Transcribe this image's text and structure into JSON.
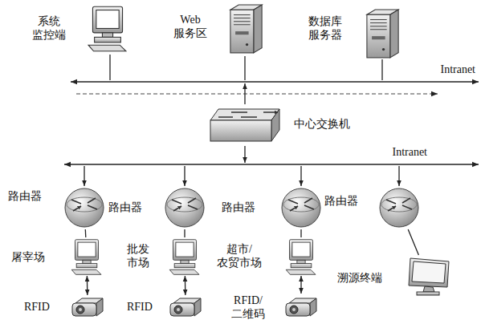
{
  "diagram": {
    "nodes": [
      {
        "text": [
          "系统 监控端"
        ]
      },
      {
        "text": [
          "Web 服务区"
        ]
      },
      {
        "text": [
          "数据库 服务器"
        ]
      },
      {
        "text": [
          "Intranet"
        ]
      },
      {
        "text": [
          "中心交换机"
        ]
      },
      {
        "text": [
          "Intranet"
        ]
      },
      {
        "text": [
          "路由器"
        ]
      },
      {
        "text": [
          "路由器"
        ]
      },
      {
        "text": [
          "路由器"
        ]
      },
      {
        "text": [
          "路由器"
        ]
      },
      {
        "text": [
          "屠宰场"
        ]
      },
      {
        "text": [
          "批发 市场"
        ]
      },
      {
        "text": [
          "超市/ 农贸市场"
        ]
      },
      {
        "text": [
          "溯源终端"
        ]
      },
      {
        "text": [
          "RFID"
        ]
      },
      {
        "text": [
          "RFID"
        ]
      },
      {
        "text": [
          "RFID/ 二维码"
        ]
      }
    ],
    "edges": [
      {
        "from": 0,
        "to": 3,
        "arrow": "none"
      },
      {
        "from": 1,
        "to": 3,
        "arrow": "none"
      },
      {
        "from": 2,
        "to": 3,
        "arrow": "none"
      },
      {
        "from": 4,
        "to": 3,
        "arrow": "to"
      },
      {
        "from": 4,
        "to": 5,
        "arrow": "to"
      },
      {
        "from": 5,
        "to": 6,
        "arrow": "to"
      },
      {
        "from": 5,
        "to": 7,
        "arrow": "to"
      },
      {
        "from": 5,
        "to": 8,
        "arrow": "to"
      },
      {
        "from": 5,
        "to": 9,
        "arrow": "to"
      },
      {
        "from": 6,
        "to": 10,
        "arrow": "none"
      },
      {
        "from": 7,
        "to": 11,
        "arrow": "none"
      },
      {
        "from": 8,
        "to": 12,
        "arrow": "none"
      },
      {
        "from": 9,
        "to": 13,
        "arrow": "none"
      },
      {
        "from": 10,
        "to": 14,
        "arrow": "both"
      },
      {
        "from": 11,
        "to": 15,
        "arrow": "both"
      },
      {
        "from": 12,
        "to": 16,
        "arrow": "both"
      }
    ]
  }
}
